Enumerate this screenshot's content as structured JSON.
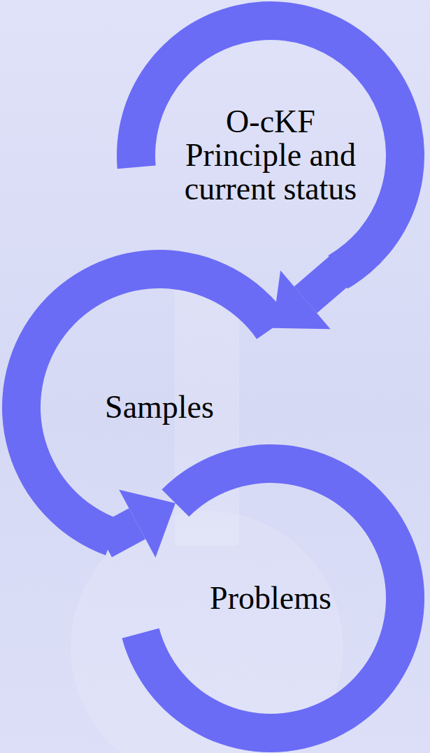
{
  "diagram": {
    "nodes": [
      {
        "text": [
          "O-cKF Principle and current status"
        ]
      },
      {
        "text": [
          "Samples"
        ]
      },
      {
        "text": [
          "Problems"
        ]
      }
    ],
    "edges": [
      {
        "from": 0,
        "to": 1,
        "arrow": "to"
      },
      {
        "from": 1,
        "to": 2,
        "arrow": "to"
      }
    ]
  }
}
